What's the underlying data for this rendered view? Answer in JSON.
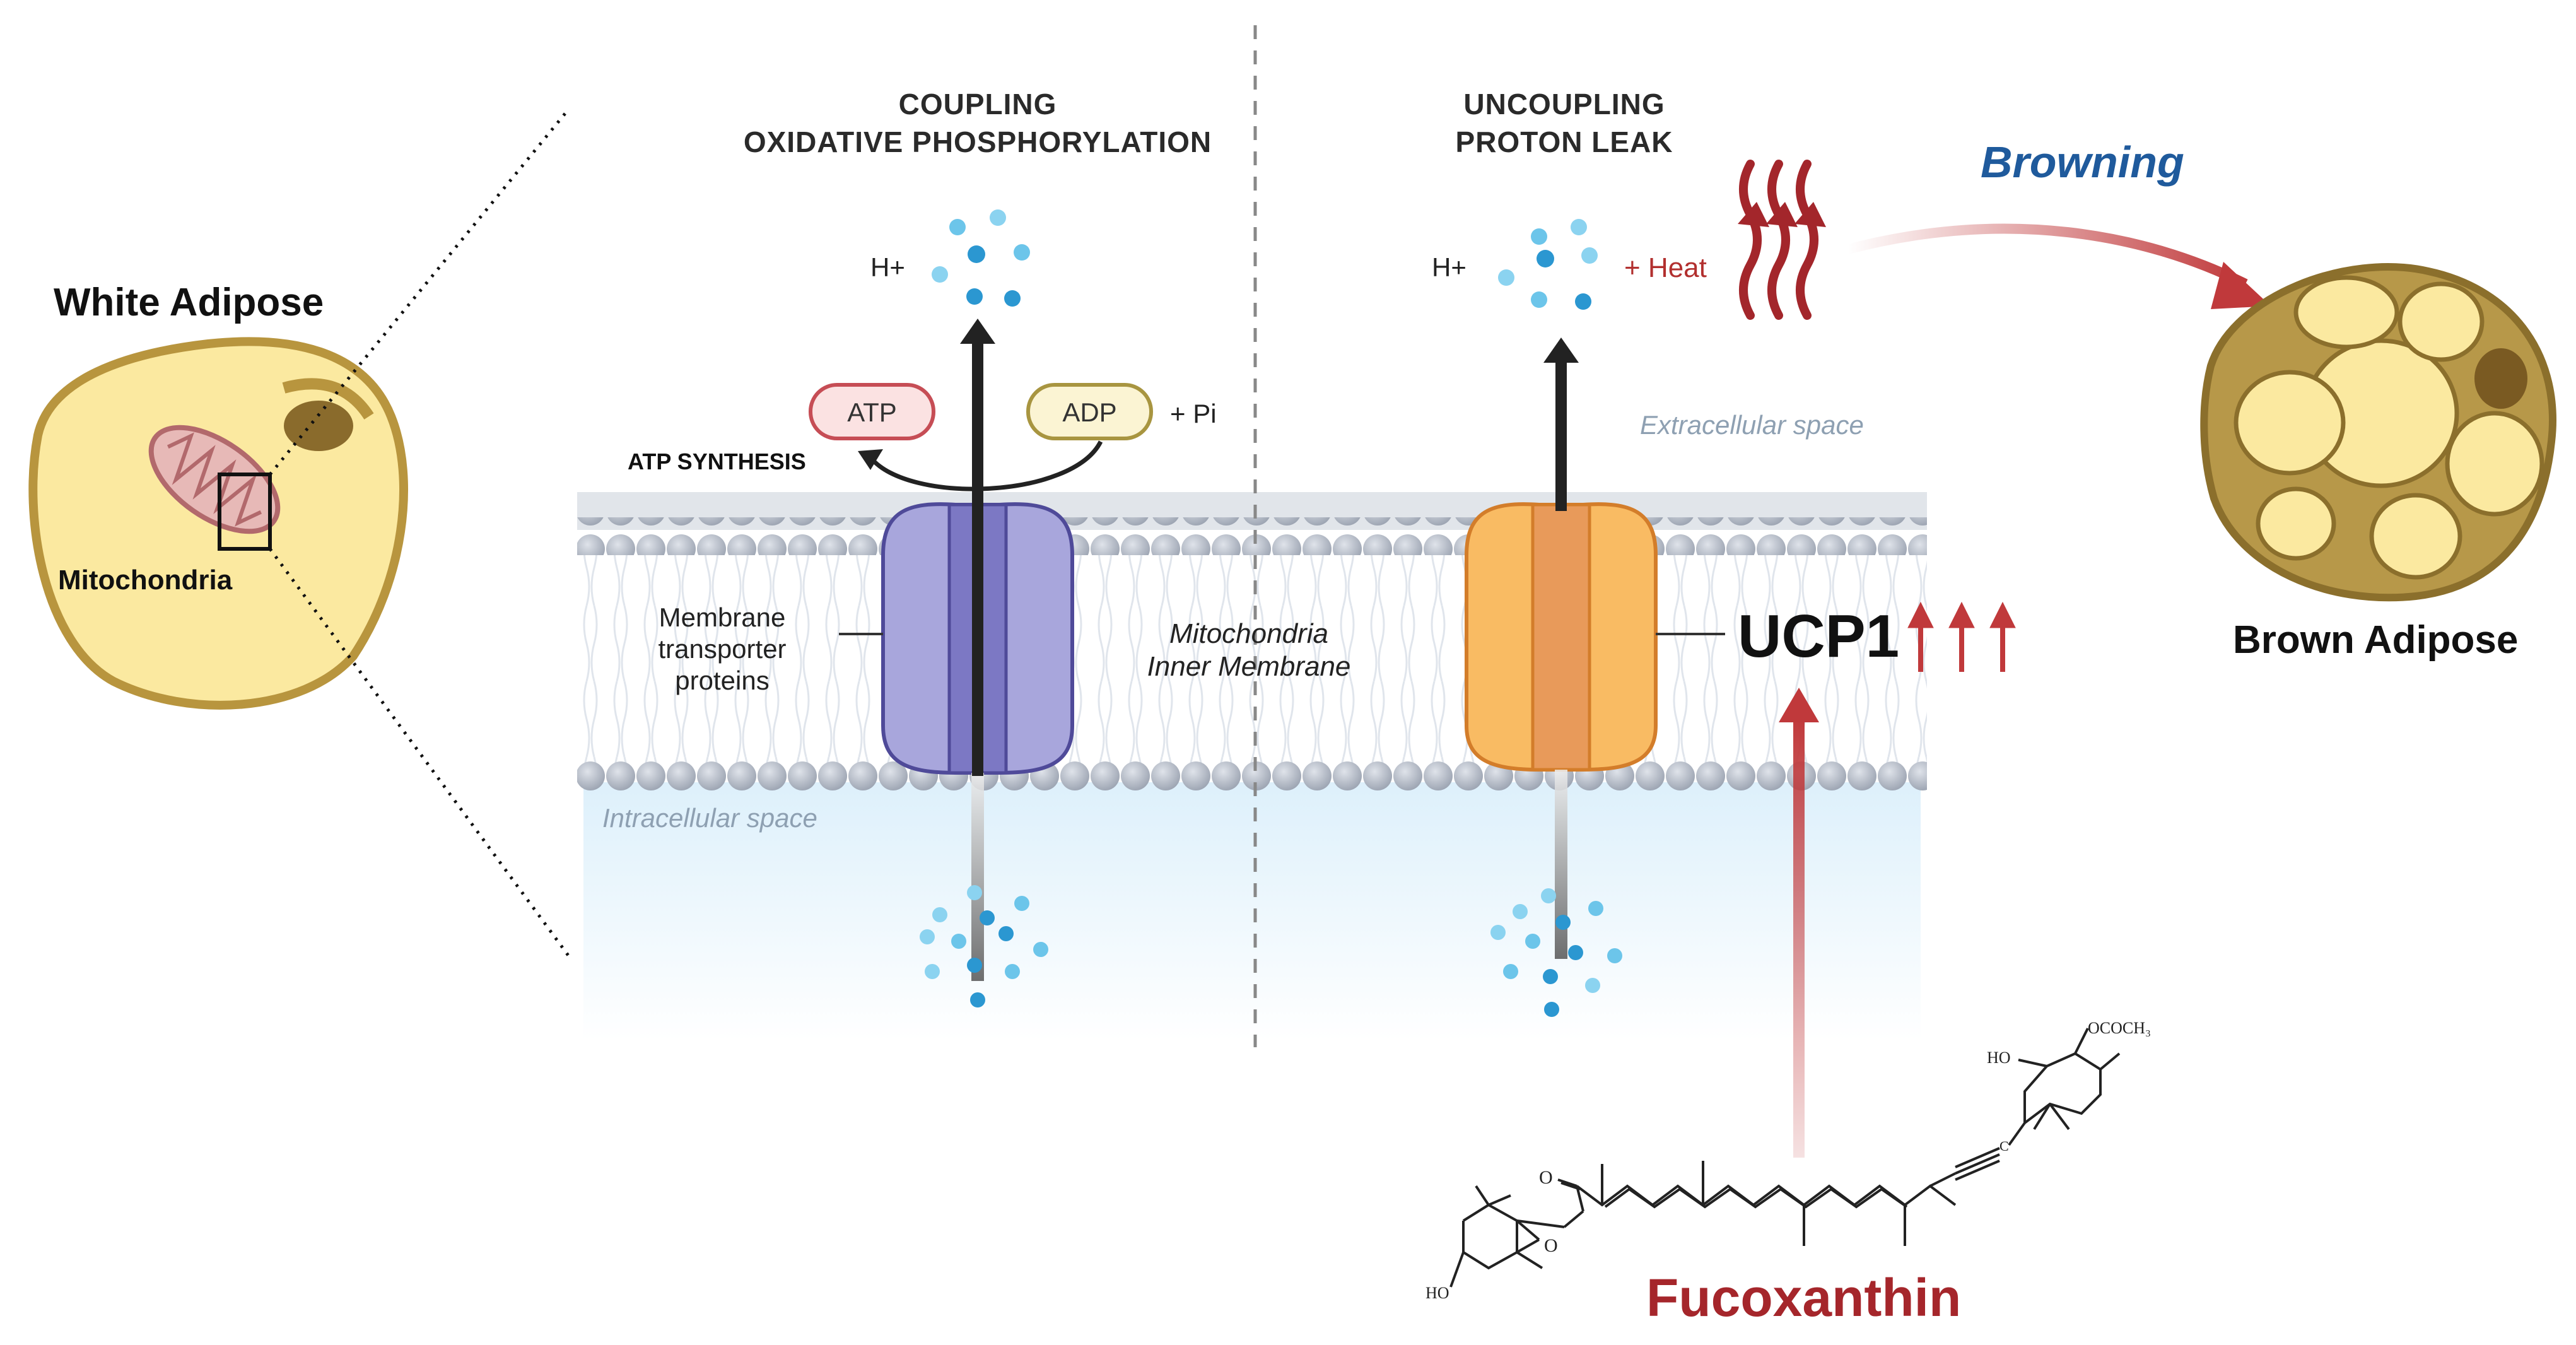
{
  "cells": {
    "white_label": "White Adipose",
    "mito_label": "Mitochondria",
    "brown_label": "Brown Adipose",
    "browning_label": "Browning"
  },
  "coupling": {
    "title_line1": "COUPLING",
    "title_line2": "OXIDATIVE PHOSPHORYLATION",
    "ion_label": "H+",
    "atp_label": "ATP",
    "adp_label": "ADP",
    "pi_label": "+ Pi",
    "synthesis_label": "ATP SYNTHESIS",
    "transporter_line1": "Membrane",
    "transporter_line2": "transporter",
    "transporter_line3": "proteins"
  },
  "uncoupling": {
    "title_line1": "UNCOUPLING",
    "title_line2": "PROTON LEAK",
    "ion_label": "H+",
    "heat_label": "+ Heat",
    "ucp_label": "UCP1"
  },
  "membrane": {
    "extracellular_label": "Extracellular space",
    "intracellular_label": "Intracellular space",
    "inner_line1": "Mitochondria",
    "inner_line2": "Inner Membrane"
  },
  "compound": {
    "name": "Fucoxanthin",
    "ho_top": "HO",
    "ho_bottom": "HO",
    "acetate": "OCOCH₃",
    "carbonyl_o": "O",
    "epoxide_o": "O",
    "allene_c": "C"
  },
  "colors": {
    "arrow_red": "#c0393b",
    "browning_blue": "#1f5a9c",
    "cell_fill": "#fbe9a0",
    "cell_border": "#b8953e",
    "transporter": "#a8a6dc",
    "ucp1": "#f9bb63",
    "proton": "#2b97d1"
  }
}
